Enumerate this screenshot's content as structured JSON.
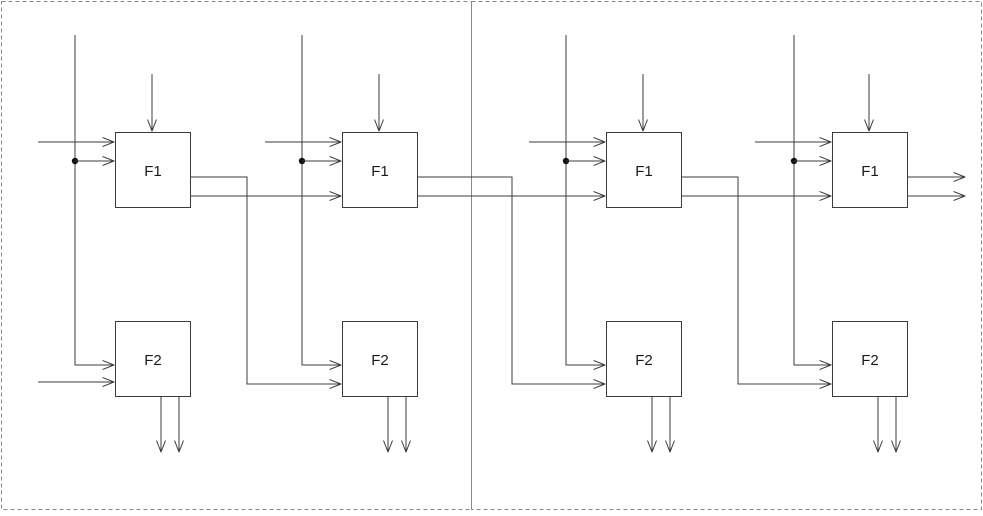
{
  "diagram": {
    "colors": {
      "line": "#3c3c3c",
      "frame": "#8a8a8a",
      "background": "#ffffff"
    },
    "units": [
      {
        "f1_label": "F1",
        "f2_label": "F2"
      },
      {
        "f1_label": "F1",
        "f2_label": "F2"
      },
      {
        "f1_label": "F1",
        "f2_label": "F2"
      },
      {
        "f1_label": "F1",
        "f2_label": "F2"
      }
    ]
  }
}
